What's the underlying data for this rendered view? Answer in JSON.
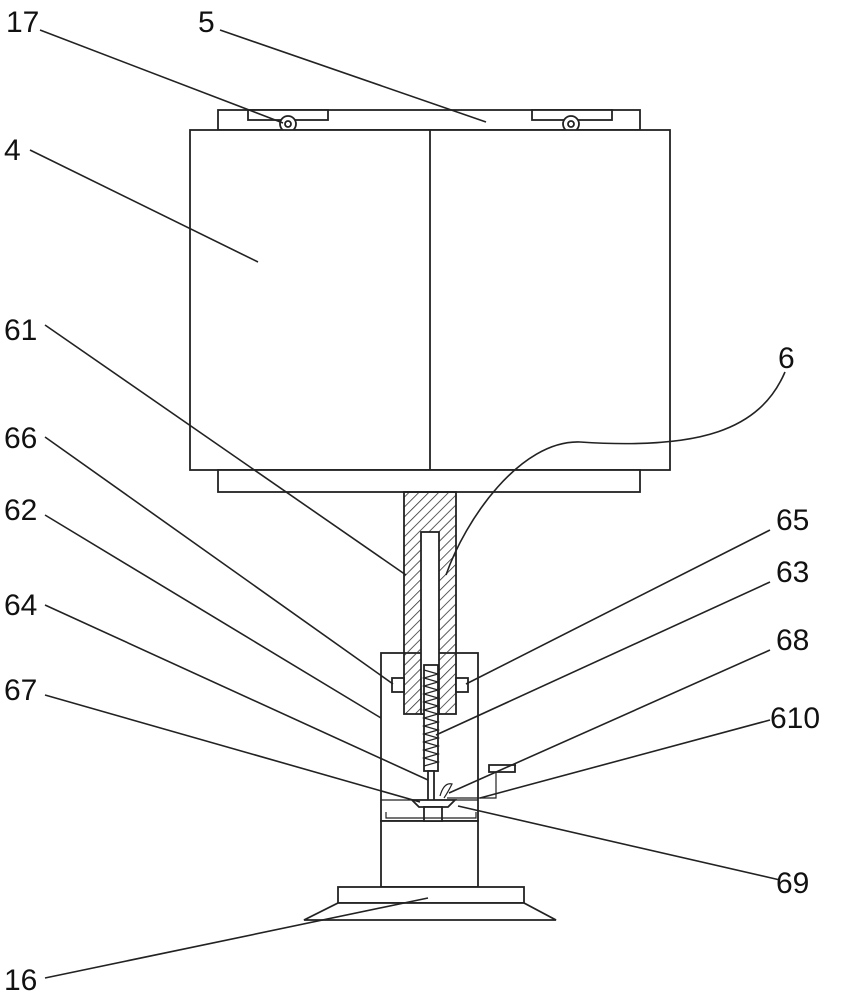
{
  "labels": {
    "l17": "17",
    "l5": "5",
    "l4": "4",
    "l61": "61",
    "l6": "6",
    "l66": "66",
    "l62": "62",
    "l64": "64",
    "l67": "67",
    "l65": "65",
    "l63": "63",
    "l68": "68",
    "l610": "610",
    "l69": "69",
    "l16": "16"
  }
}
